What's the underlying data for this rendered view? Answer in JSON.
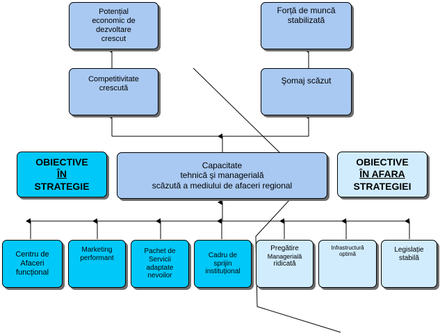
{
  "top": {
    "potential": [
      "Potențial",
      "economic de",
      "dezvoltare",
      "crescut"
    ],
    "labor": [
      "Forță de muncă",
      "stabilizată"
    ]
  },
  "middle": {
    "competitiveness": [
      "Competitivitate",
      "crescută"
    ],
    "unemployment": [
      "Şomaj scăzut"
    ]
  },
  "center": {
    "capacity": [
      "Capacitate",
      "tehnică şi managerială",
      "scăzută a mediului de afaceri regional"
    ]
  },
  "objectives": {
    "in_strategy": [
      "OBIECTIVE",
      "ÎN",
      "STRATEGIE"
    ],
    "outside_strategy": [
      "OBIECTIVE",
      "ÎN AFARA",
      "STRATEGIEI"
    ]
  },
  "bottom": {
    "business_center": [
      "Centru de",
      "Afaceri",
      "funcțional"
    ],
    "marketing": [
      "Marketing",
      "performant"
    ],
    "services": [
      "Pachet de",
      "Servicii",
      "adaptate",
      "nevoilor"
    ],
    "institutional": [
      "Cadru de",
      "sprijin",
      "instituțional"
    ],
    "managerial_training": [
      "Pregătire",
      "Managerială",
      "ridicată"
    ],
    "infrastructure": [
      "Infrastructură",
      "optimă"
    ],
    "legislation": [
      "Legislație",
      "stabilă"
    ]
  },
  "colors": {
    "blue": "#a9c9f2",
    "cyan": "#00c8f8",
    "pale": "#d1ecfc"
  }
}
